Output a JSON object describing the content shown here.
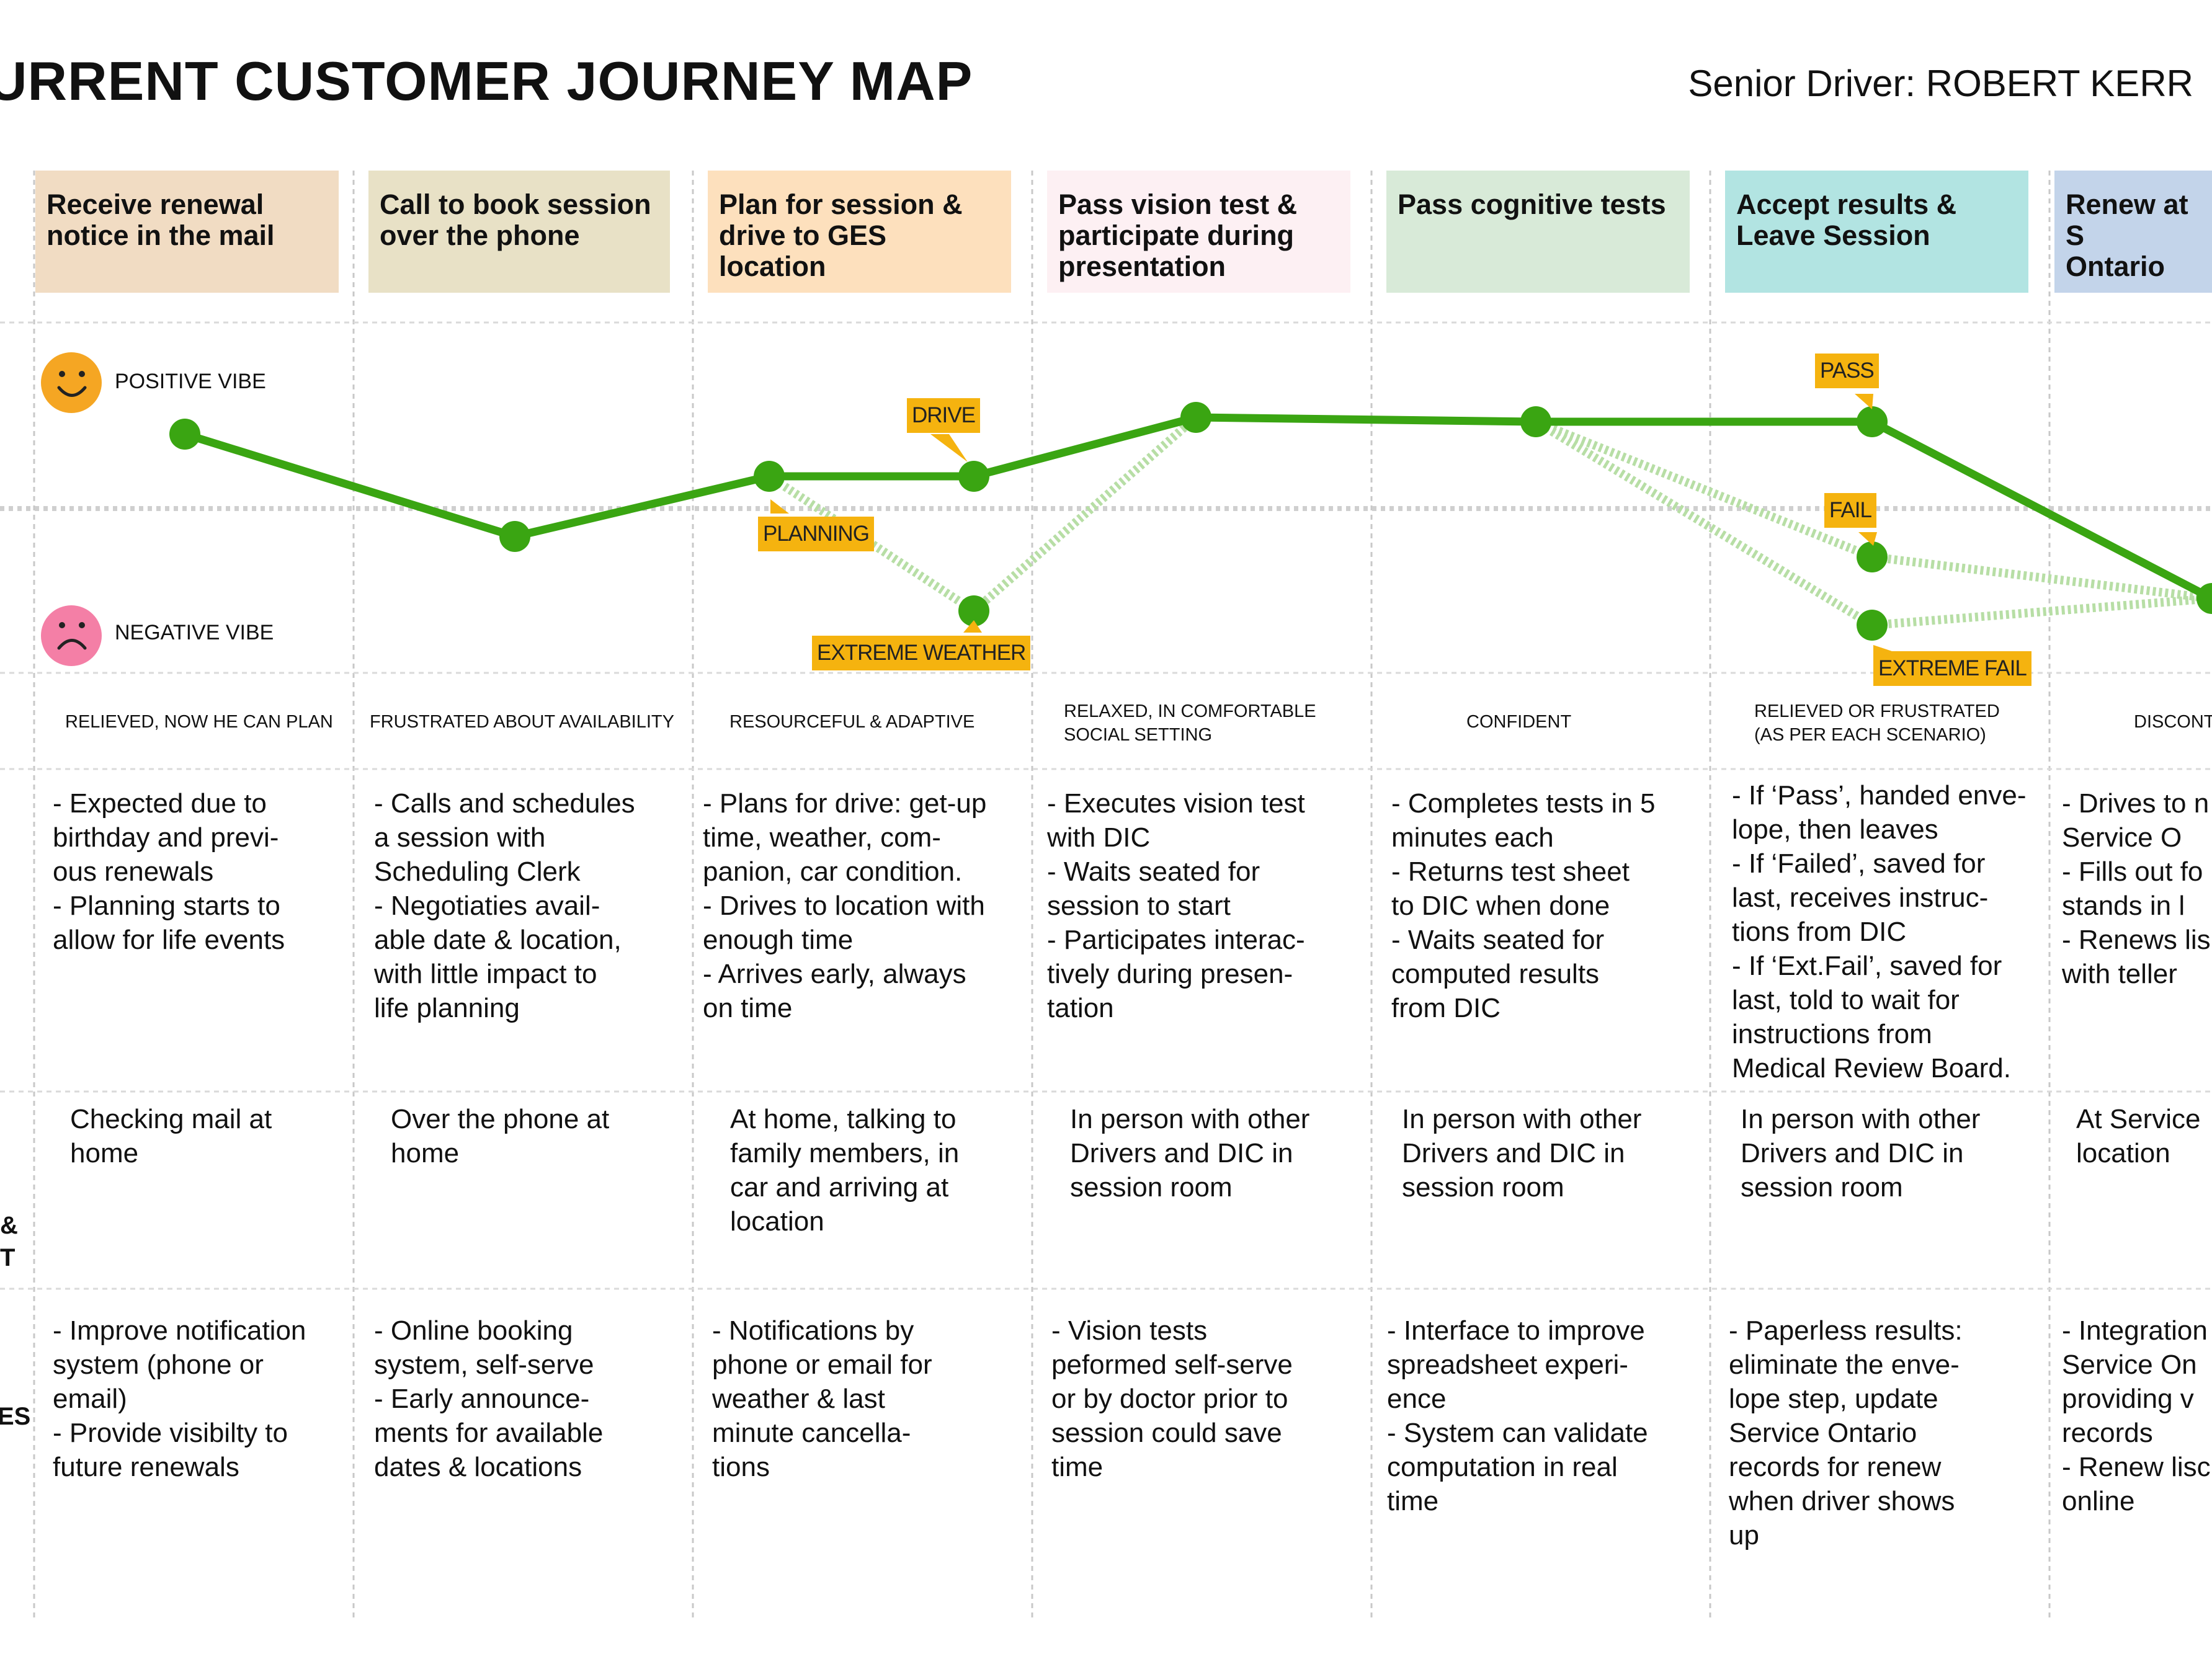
{
  "title": "URRENT CUSTOMER JOURNEY MAP",
  "persona": "Senior Driver: ROBERT KERR",
  "vibe": {
    "positive": "POSITIVE VIBE",
    "negative": "NEGATIVE VIBE"
  },
  "stages": [
    {
      "label": "Receive renewal\nnotice in the mail",
      "color": "#f1dcc3"
    },
    {
      "label": "Call to book session\nover the phone",
      "color": "#e8e1c6"
    },
    {
      "label": "Plan for session &\ndrive to GES\nlocation",
      "color": "#fde0bd"
    },
    {
      "label": "Pass vision test &\nparticipate during\npresentation",
      "color": "#fdf0f3"
    },
    {
      "label": "Pass cognitive tests",
      "color": "#d8ead8"
    },
    {
      "label": "Accept results &\nLeave Session",
      "color": "#b2e4e2"
    },
    {
      "label": "Renew at S\nOntario",
      "color": "#c3d4ea"
    }
  ],
  "emotions": [
    "RELIEVED, NOW HE CAN PLAN",
    "FRUSTRATED ABOUT AVAILABILITY",
    "RESOURCEFUL & ADAPTIVE",
    "RELAXED, IN COMFORTABLE\nSOCIAL SETTING",
    "CONFIDENT",
    "RELIEVED OR FRUSTRATED\n(AS PER EACH SCENARIO)",
    "DISCONT"
  ],
  "flags": {
    "drive": "DRIVE",
    "planning": "PLANNING",
    "extreme_weather": "EXTREME WEATHER",
    "pass": "PASS",
    "fail": "FAIL",
    "extreme_fail": "EXTREME FAIL"
  },
  "row_labels": {
    "touchpoint": "&\nT",
    "opportunities": "ES"
  },
  "actions": [
    "- Expected due to\n  birthday and previ-\n  ous renewals\n- Planning starts to\n  allow for life events",
    "- Calls and schedules\n  a session with\n  Scheduling Clerk\n- Negotiaties avail-\n  able date & location,\n  with little impact to\n  life planning",
    "- Plans for drive: get-up\n  time, weather, com-\n  panion, car condition.\n- Drives to location with\n  enough time\n- Arrives early, always\n  on time",
    "- Executes vision test\n  with DIC\n- Waits seated for\n  session to start\n- Participates interac-\n  tively during presen-\n  tation",
    "- Completes tests in 5\n  minutes each\n- Returns test sheet\n  to DIC when done\n- Waits seated for\n  computed results\n  from DIC",
    "- If ‘Pass’, handed enve-\n  lope, then leaves\n- If ‘Failed’, saved for\n  last, receives instruc-\n  tions from DIC\n- If ‘Ext.Fail’, saved for\n  last, told to wait for\n  instructions from\n  Medical Review Board.",
    "- Drives to n\n  Service O\n- Fills out fo\n  stands in l\n- Renews lis\n  with teller"
  ],
  "touchpoints": [
    "Checking mail at\nhome",
    "Over the phone at\nhome",
    "At home, talking to\nfamily members, in\ncar and arriving at\nlocation",
    "In person with other\nDrivers and DIC in\nsession room",
    "In person with other\nDrivers and DIC in\nsession room",
    "In person with other\nDrivers and DIC in\nsession room",
    "At Service\nlocation"
  ],
  "opportunities": [
    "- Improve notification\n  system (phone or\n  email)\n- Provide visibilty to\n  future renewals",
    "- Online booking\n  system, self-serve\n- Early announce-\n  ments for available\n  dates & locations",
    "- Notifications by\n  phone or email for\n  weather & last\n  minute cancella-\n  tions",
    "- Vision tests\n  peformed self-serve\n  or by doctor prior to\n  session could save\n  time",
    "- Interface to improve\n  spreadsheet experi-\n  ence\n- System can validate\n  computation in real\n  time",
    "- Paperless results:\n  eliminate the enve-\n  lope step, update\n  Service Ontario\n  records for renew\n  when driver shows\n  up",
    "- Integration\n  Service On\n  providing v\n  records\n- Renew lisc\n  online"
  ],
  "colors": {
    "line": "#3aa512",
    "dotted": "#b7dea5",
    "flag": "#f5b30f",
    "happy": "#f5a623",
    "sad": "#f47fa6"
  }
}
